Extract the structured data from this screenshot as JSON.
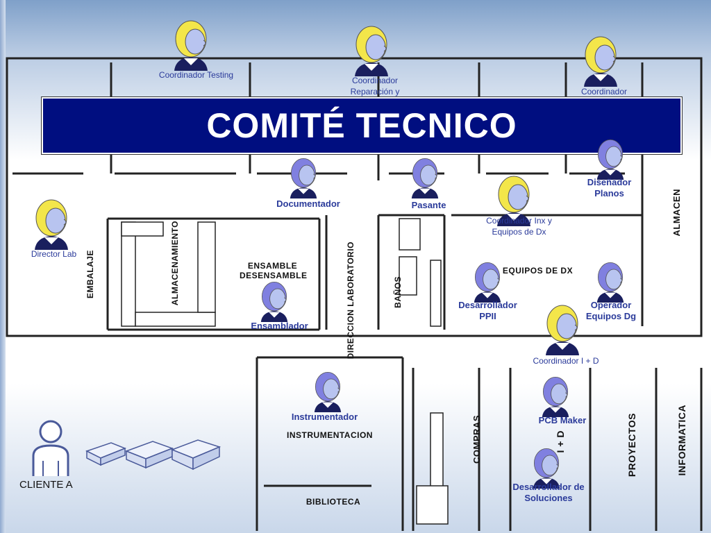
{
  "title": "COMITÉ TECNICO",
  "colors": {
    "banner": "#000e80",
    "label": "#2a3a9a",
    "hair_lead": "#f3e64a",
    "hair_staff": "#8080e0",
    "skin": "#b8c4f0"
  },
  "people": [
    {
      "id": "coord-testing",
      "label": "Coordinador Testing",
      "hair": "yellow",
      "bold": false
    },
    {
      "id": "coord-reparacion",
      "label": "Coordinador Reparación y",
      "hair": "yellow",
      "bold": false
    },
    {
      "id": "coord-top-right",
      "label": "Coordinador",
      "hair": "yellow",
      "bold": false
    },
    {
      "id": "disenador",
      "label": "Diseñador Planos",
      "hair": "blue",
      "bold": true
    },
    {
      "id": "documentador",
      "label": "Documentador",
      "hair": "blue",
      "bold": true
    },
    {
      "id": "pasante",
      "label": "Pasante",
      "hair": "blue",
      "bold": true
    },
    {
      "id": "coord-inx",
      "label": "Coordinador Inx y Equipos de Dx",
      "hair": "yellow",
      "bold": false
    },
    {
      "id": "director",
      "label": "Director Lab",
      "hair": "yellow",
      "bold": false
    },
    {
      "id": "ensamblador",
      "label": "Ensamblador",
      "hair": "blue",
      "bold": true
    },
    {
      "id": "desarrollador-ppii",
      "label": "Desarrollador PPII",
      "hair": "blue",
      "bold": true
    },
    {
      "id": "operador",
      "label": "Operador Equipos Dg",
      "hair": "blue",
      "bold": true
    },
    {
      "id": "coord-id",
      "label": "Coordinador I + D",
      "hair": "yellow",
      "bold": false
    },
    {
      "id": "instrumentador",
      "label": "Instrumentador",
      "hair": "blue",
      "bold": true
    },
    {
      "id": "pcb",
      "label": "PCB Maker",
      "hair": "blue",
      "bold": true
    },
    {
      "id": "desarrollador-sol",
      "label": "Desarrollador de Soluciones",
      "hair": "blue",
      "bold": true
    }
  ],
  "rooms": {
    "embalaje": "EMBALAJE",
    "almacenamiento": "ALMACENAMIENTO",
    "ensamble": "ENSAMBLE DESENSAMBLE",
    "direccion": "DIRECCION LABORATORIO",
    "banos": "BAÑOS",
    "equipos": "EQUIPOS DE DX",
    "almacen": "ALMACEN",
    "instrumentacion": "INSTRUMENTACION",
    "biblioteca": "BIBLIOTECA",
    "compras": "COMPRAS",
    "id": "I + D",
    "proyectos": "PROYECTOS",
    "informatica": "INFORMATICA"
  },
  "client": {
    "label": "CLIENTE A",
    "icon": "user-outline-icon"
  },
  "devices": [
    "server-icon",
    "server-icon",
    "server-icon"
  ]
}
